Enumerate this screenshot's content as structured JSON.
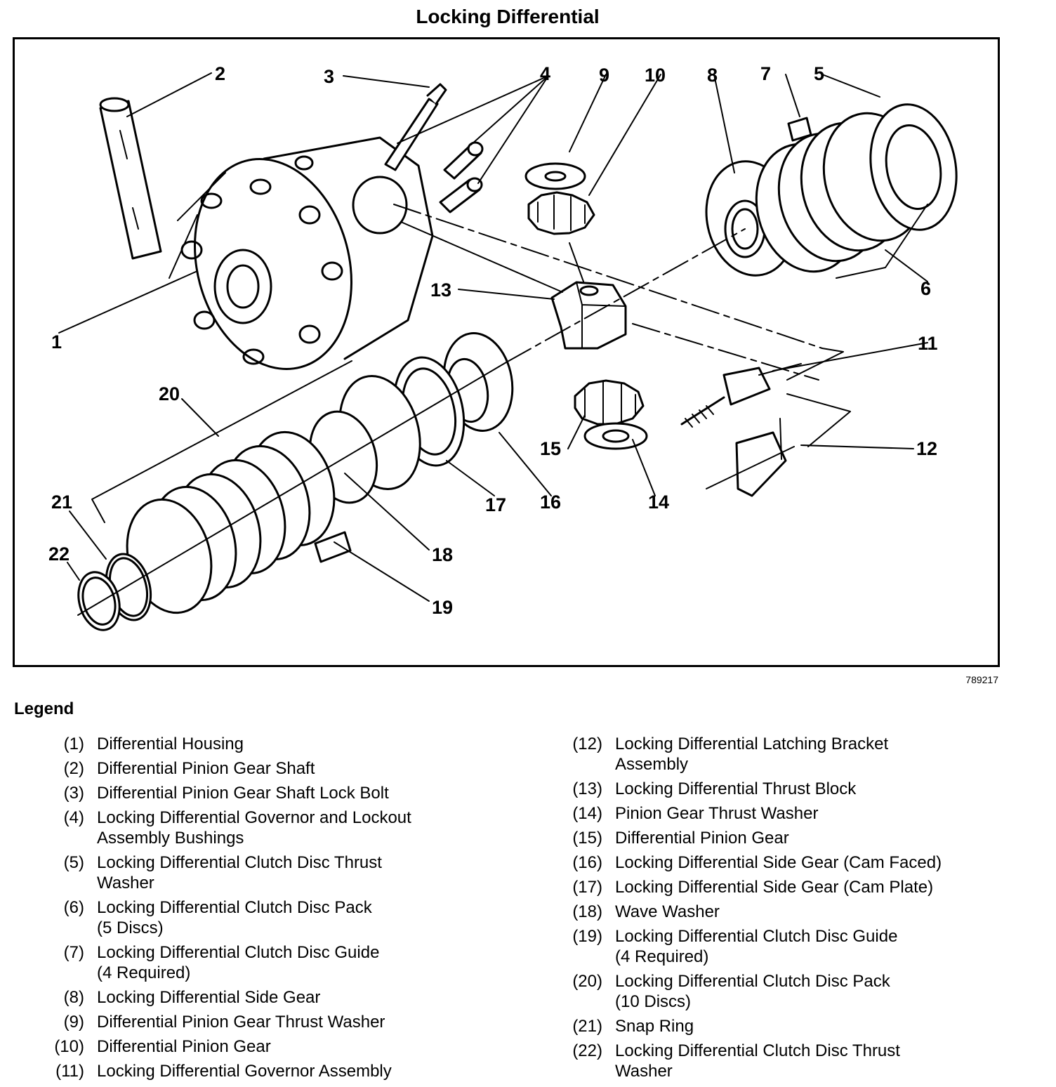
{
  "title": "Locking Differential",
  "figure_number": "789217",
  "legend_heading": "Legend",
  "callout_labels": [
    "1",
    "2",
    "3",
    "4",
    "5",
    "6",
    "7",
    "8",
    "9",
    "10",
    "11",
    "12",
    "13",
    "14",
    "15",
    "16",
    "17",
    "18",
    "19",
    "20",
    "21",
    "22"
  ],
  "legend_left": [
    {
      "num": "(1)",
      "line1": "Differential Housing",
      "line2": ""
    },
    {
      "num": "(2)",
      "line1": "Differential Pinion Gear Shaft",
      "line2": ""
    },
    {
      "num": "(3)",
      "line1": "Differential Pinion Gear Shaft Lock Bolt",
      "line2": ""
    },
    {
      "num": "(4)",
      "line1": "Locking Differential Governor and Lockout",
      "line2": "Assembly Bushings"
    },
    {
      "num": "(5)",
      "line1": "Locking Differential Clutch Disc Thrust",
      "line2": "Washer"
    },
    {
      "num": "(6)",
      "line1": "Locking Differential Clutch Disc Pack",
      "line2": "(5 Discs)"
    },
    {
      "num": "(7)",
      "line1": "Locking Differential Clutch Disc Guide",
      "line2": "(4 Required)"
    },
    {
      "num": "(8)",
      "line1": "Locking Differential Side Gear",
      "line2": ""
    },
    {
      "num": "(9)",
      "line1": "Differential Pinion Gear Thrust Washer",
      "line2": ""
    },
    {
      "num": "(10)",
      "line1": "Differential Pinion Gear",
      "line2": ""
    },
    {
      "num": "(11)",
      "line1": "Locking Differential Governor Assembly",
      "line2": ""
    }
  ],
  "legend_right": [
    {
      "num": "(12)",
      "line1": "Locking Differential Latching Bracket",
      "line2": "Assembly"
    },
    {
      "num": "(13)",
      "line1": "Locking Differential Thrust Block",
      "line2": ""
    },
    {
      "num": "(14)",
      "line1": "Pinion Gear Thrust Washer",
      "line2": ""
    },
    {
      "num": "(15)",
      "line1": "Differential Pinion Gear",
      "line2": ""
    },
    {
      "num": "(16)",
      "line1": "Locking Differential Side Gear (Cam Faced)",
      "line2": ""
    },
    {
      "num": "(17)",
      "line1": "Locking Differential Side Gear (Cam Plate)",
      "line2": ""
    },
    {
      "num": "(18)",
      "line1": "Wave Washer",
      "line2": ""
    },
    {
      "num": "(19)",
      "line1": "Locking Differential Clutch Disc Guide",
      "line2": "(4 Required)"
    },
    {
      "num": "(20)",
      "line1": "Locking Differential Clutch Disc Pack",
      "line2": "(10 Discs)"
    },
    {
      "num": "(21)",
      "line1": "Snap Ring",
      "line2": ""
    },
    {
      "num": "(22)",
      "line1": "Locking Differential Clutch Disc Thrust",
      "line2": "Washer"
    }
  ]
}
